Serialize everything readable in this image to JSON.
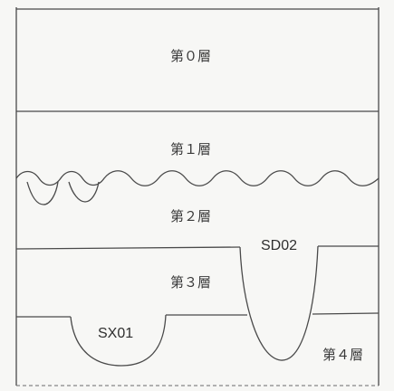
{
  "layers": [
    {
      "id": "layer-0",
      "label": "第０層"
    },
    {
      "id": "layer-1",
      "label": "第１層"
    },
    {
      "id": "layer-2",
      "label": "第２層"
    },
    {
      "id": "layer-3",
      "label": "第３層"
    },
    {
      "id": "layer-4",
      "label": "第４層"
    }
  ],
  "features": {
    "sx01": "SX01",
    "sd02": "SD02"
  }
}
